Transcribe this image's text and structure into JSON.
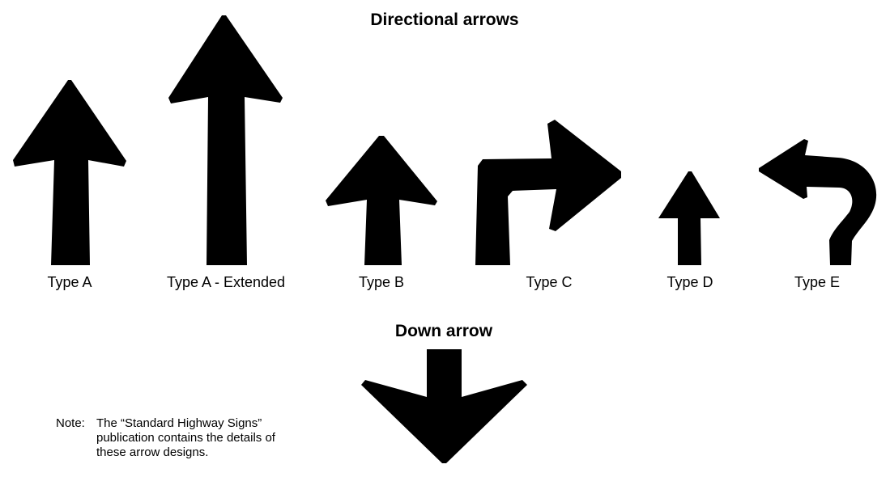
{
  "headings": {
    "directional": "Directional arrows",
    "down": "Down arrow"
  },
  "arrows": [
    {
      "label": "Type A"
    },
    {
      "label": "Type A - Extended"
    },
    {
      "label": "Type B"
    },
    {
      "label": "Type C"
    },
    {
      "label": "Type D"
    },
    {
      "label": "Type E"
    }
  ],
  "note": {
    "prefix": "Note:",
    "text": "The “Standard Highway Signs” publication contains the details of these arrow designs."
  },
  "colors": {
    "arrow_fill": "#000000"
  }
}
